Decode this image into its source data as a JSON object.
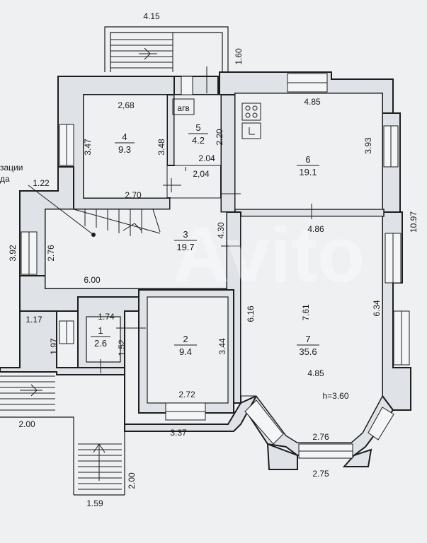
{
  "dims": {
    "top_width": "4.15",
    "porch_depth": "1.60",
    "r4_width": "2,68",
    "r4_left": "3.47",
    "r4_right": "3.48",
    "r4_bottom": "2.70",
    "r5_top": "2.20",
    "r5_bottom1": "2.04",
    "r5_bottom2": "2,04",
    "r6_top": "4.85",
    "r6_right": "3.93",
    "right_total": "10.97",
    "left_stub": "1.22",
    "r3_left_outer": "3.92",
    "r3_left_inner": "2.76",
    "r3_bottom": "6.00",
    "door_43": "4.30",
    "r7_top": "4.86",
    "r7_left": "6.16",
    "r7_mid": "7.61",
    "r7_right": "6.34",
    "r7_width": "4.85",
    "ceiling": "h=3.60",
    "r1_top": "1.74",
    "r1_left_outer": "1.17",
    "r1_left": "1.97",
    "r1_right": "1.52",
    "r2_right": "3.44",
    "r2_bottom": "2.72",
    "r2_outer": "3.37",
    "bay_inner": "2.76",
    "bay_outer": "2.75",
    "entry_width": "2.00",
    "stair_height": "2.00",
    "stair_width": "1.59"
  },
  "rooms": [
    {
      "num": "4",
      "area": "9.3"
    },
    {
      "num": "5",
      "area": "4.2"
    },
    {
      "num": "6",
      "area": "19.1"
    },
    {
      "num": "3",
      "area": "19.7"
    },
    {
      "num": "7",
      "area": "35.6"
    },
    {
      "num": "1",
      "area": "2.6"
    },
    {
      "num": "2",
      "area": "9.4"
    }
  ],
  "labels": {
    "agv": "агв",
    "callout_1": "зации",
    "callout_2": "да",
    "watermark": "Avito"
  }
}
